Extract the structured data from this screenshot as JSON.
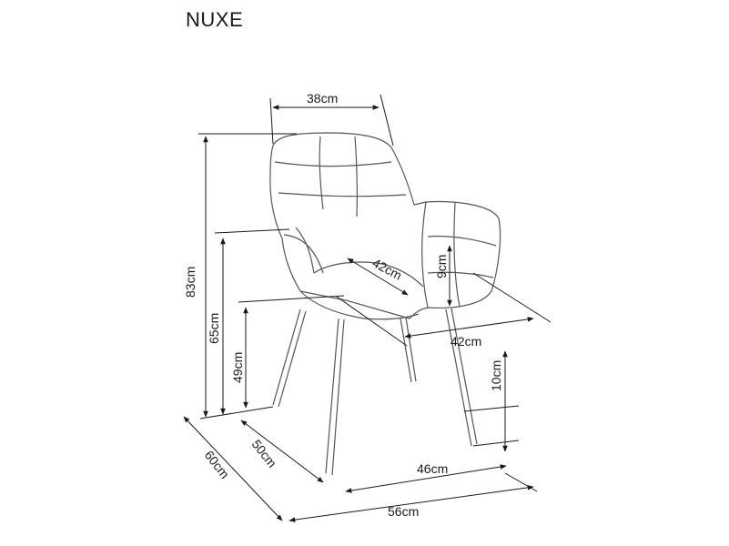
{
  "product_name": "NUXE",
  "dimensions": {
    "top_width": "38cm",
    "total_height": "83cm",
    "armrest_height": "65cm",
    "seat_height": "49cm",
    "seat_depth_diag": "42cm",
    "armrest_thickness": "9cm",
    "seat_width": "42cm",
    "leg_height_diff": "10cm",
    "depth_seat": "50cm",
    "total_depth": "60cm",
    "leg_span": "46cm",
    "total_width": "56cm"
  },
  "colors": {
    "line": "#1a1a1a",
    "sketch": "#555555"
  }
}
